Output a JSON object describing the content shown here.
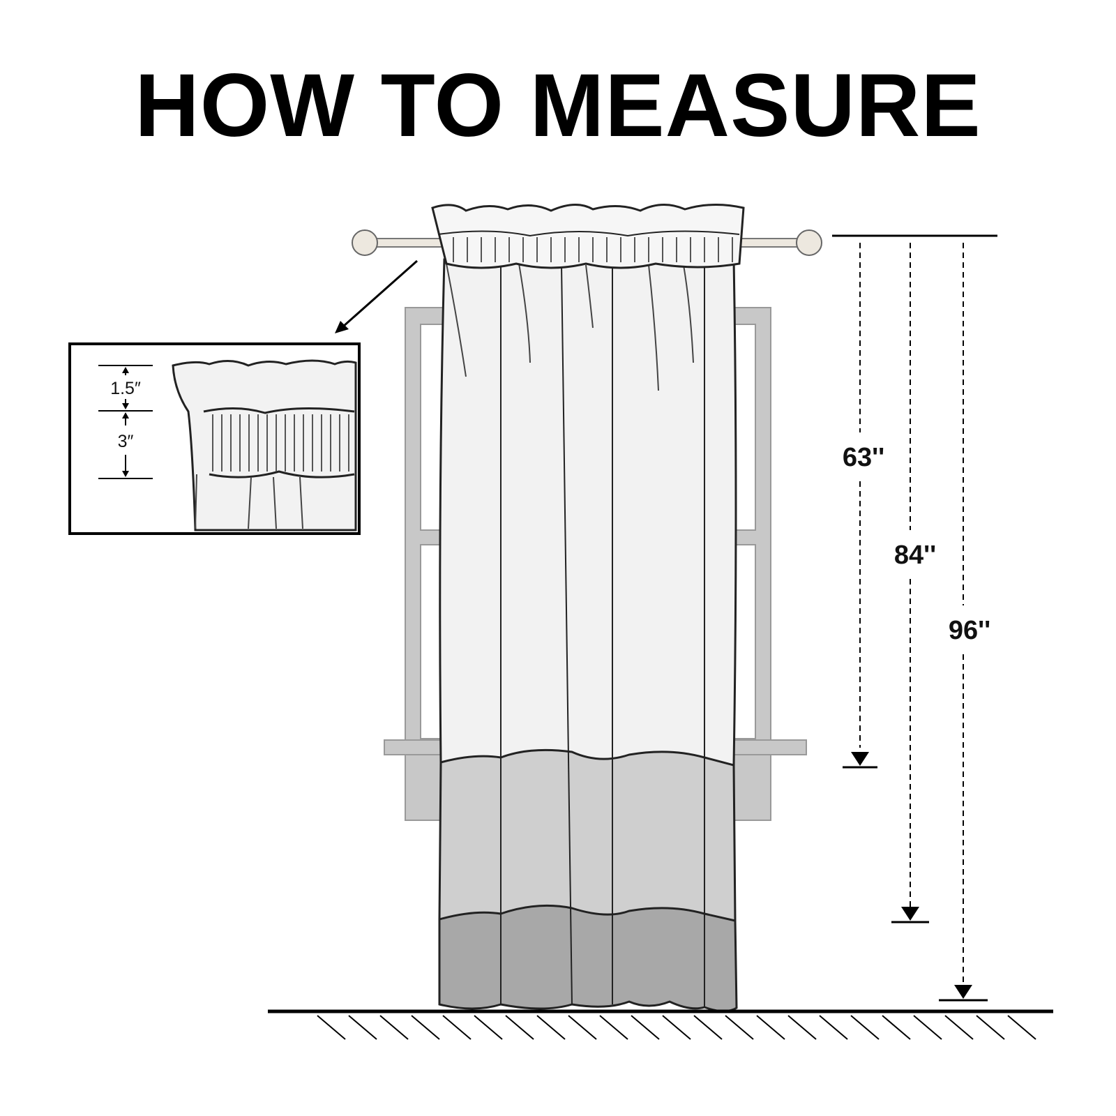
{
  "title": "HOW TO MEASURE",
  "detail": {
    "header_height": "1.5″",
    "rod_pocket": "3″"
  },
  "lengths": [
    "63''",
    "84''",
    "96''"
  ],
  "colors": {
    "window": "#c8c8c8",
    "panel_top": "#f2f2f2",
    "panel_middle": "#cfcfcf",
    "panel_bottom": "#a8a8a8",
    "ink": "#000000"
  }
}
